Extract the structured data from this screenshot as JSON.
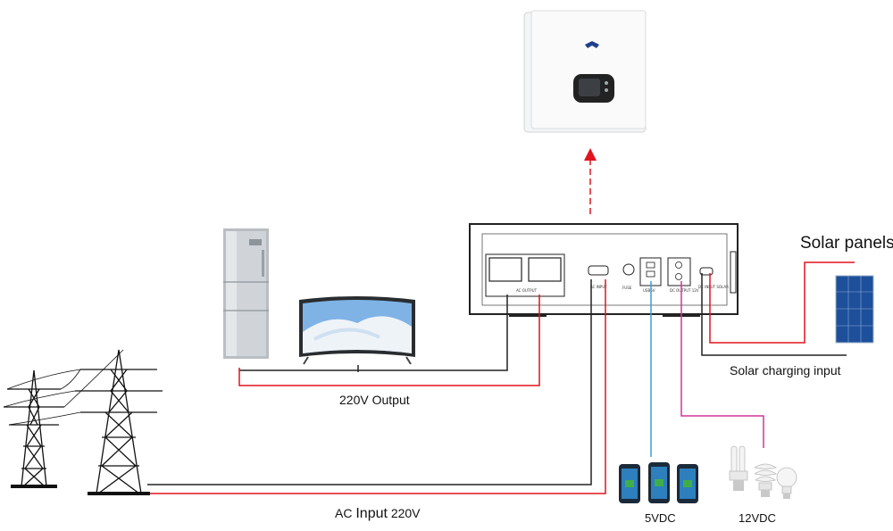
{
  "labels": {
    "output_220v": "220V Output",
    "ac_input_prefix": "AC ",
    "ac_input_word": "Input",
    "ac_input_suffix": " 220V",
    "solar_charging_input": "Solar charging input",
    "solar_panels": "Solar panels",
    "vdc_5": "5VDC",
    "vdc_12": "12VDC"
  },
  "battery_panel": {
    "ac_output": "AC OUTPUT",
    "ac_input": "AC INPUT",
    "fuse": "FUSE",
    "usb": "USB5V",
    "dc_output": "DC OUTPUT 12V",
    "dc_input": "DC INPUT SOLAR"
  },
  "colors": {
    "ac_line": "#e0141e",
    "neutral_line": "#222222",
    "usb_line": "#3aa0d8",
    "dc12_line": "#d0349e",
    "arrow": "#e0141e"
  }
}
